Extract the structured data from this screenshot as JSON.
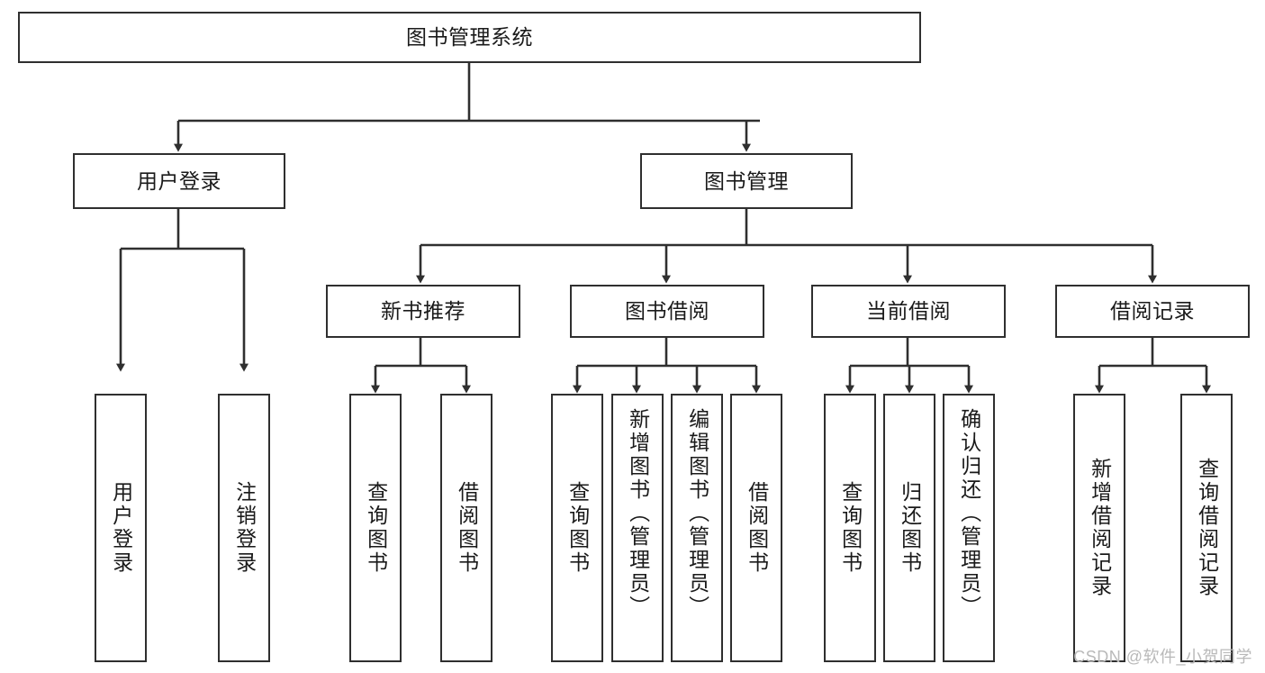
{
  "diagram": {
    "title": "图书管理系统",
    "root": {
      "label": "图书管理系统"
    },
    "level2": [
      {
        "label": "用户登录"
      },
      {
        "label": "图书管理"
      }
    ],
    "level3": [
      {
        "label": "新书推荐"
      },
      {
        "label": "图书借阅"
      },
      {
        "label": "当前借阅"
      },
      {
        "label": "借阅记录"
      }
    ],
    "leaves": {
      "user_login": [
        {
          "label": "用户登录"
        },
        {
          "label": "注销登录"
        }
      ],
      "new_book_recommend": [
        {
          "label": "查询图书"
        },
        {
          "label": "借阅图书"
        }
      ],
      "book_borrow": [
        {
          "label": "查询图书"
        },
        {
          "label": "新增图书（管理员）"
        },
        {
          "label": "编辑图书（管理员）"
        },
        {
          "label": "借阅图书"
        }
      ],
      "current_borrow": [
        {
          "label": "查询图书"
        },
        {
          "label": "归还图书"
        },
        {
          "label": "确认归还（管理员）"
        }
      ],
      "borrow_record": [
        {
          "label": "新增借阅记录"
        },
        {
          "label": "查询借阅记录"
        }
      ]
    }
  },
  "watermark": {
    "text": "CSDN @软件_小贺同学"
  },
  "colors": {
    "stroke": "#2f2f2f",
    "fill": "#ffffff",
    "text": "#1a1a1a",
    "watermark": "#b9b9b9"
  }
}
